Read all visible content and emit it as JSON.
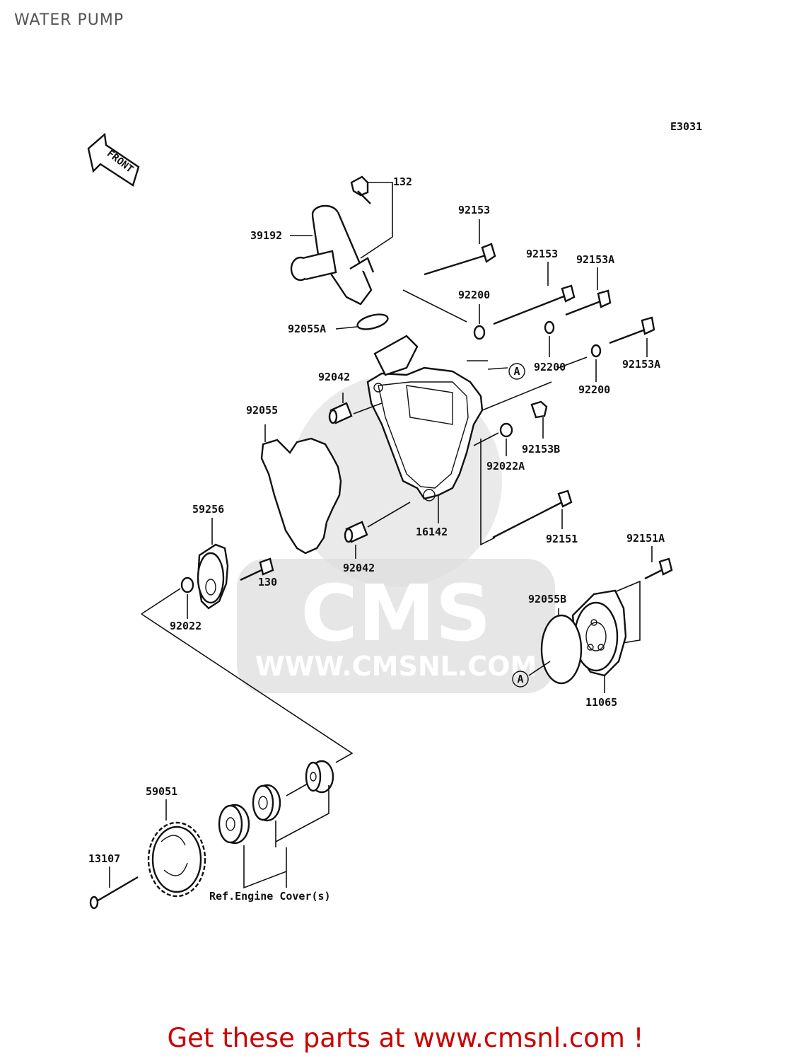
{
  "page": {
    "title": "WATER PUMP",
    "footer_link": "Get these parts at www.cmsnl.com !"
  },
  "diagram": {
    "code": "E3031",
    "front_label": "FRONT",
    "ref_note": "Ref.Engine Cover(s)",
    "circle_ref": "A",
    "watermark": {
      "brand": "CMS",
      "url": "WWW.CMSNL.COM"
    },
    "parts": [
      {
        "id": "p132",
        "label": "132"
      },
      {
        "id": "p39192",
        "label": "39192"
      },
      {
        "id": "p92153_a",
        "label": "92153"
      },
      {
        "id": "p92153_b",
        "label": "92153"
      },
      {
        "id": "p92153A_a",
        "label": "92153A"
      },
      {
        "id": "p92153A_b",
        "label": "92153A"
      },
      {
        "id": "p92200_a",
        "label": "92200"
      },
      {
        "id": "p92200_b",
        "label": "92200"
      },
      {
        "id": "p92200_c",
        "label": "92200"
      },
      {
        "id": "p92055A",
        "label": "92055A"
      },
      {
        "id": "p92042_a",
        "label": "92042"
      },
      {
        "id": "p92042_b",
        "label": "92042"
      },
      {
        "id": "p92055",
        "label": "92055"
      },
      {
        "id": "p92153B",
        "label": "92153B"
      },
      {
        "id": "p92022A",
        "label": "92022A"
      },
      {
        "id": "p16142",
        "label": "16142"
      },
      {
        "id": "p59256",
        "label": "59256"
      },
      {
        "id": "p130",
        "label": "130"
      },
      {
        "id": "p92022",
        "label": "92022"
      },
      {
        "id": "p92151",
        "label": "92151"
      },
      {
        "id": "p92151A",
        "label": "92151A"
      },
      {
        "id": "p92055B",
        "label": "92055B"
      },
      {
        "id": "p11065",
        "label": "11065"
      },
      {
        "id": "p59051",
        "label": "59051"
      },
      {
        "id": "p13107",
        "label": "13107"
      }
    ]
  }
}
